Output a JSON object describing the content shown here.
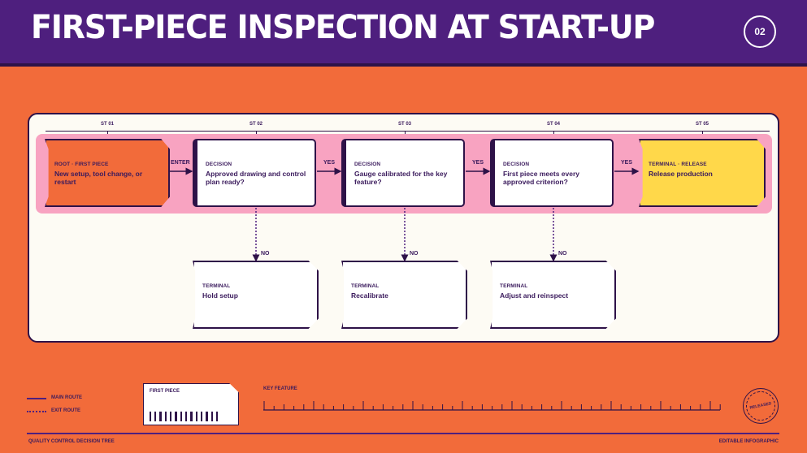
{
  "header": {
    "title": "FIRST-PIECE INSPECTION AT START-UP",
    "page_number": "02"
  },
  "stages": [
    "ST 01",
    "ST 02",
    "ST 03",
    "ST 04",
    "ST 05"
  ],
  "nodes": {
    "root": {
      "tag": "ROOT · FIRST PIECE",
      "text": "New setup, tool change, or restart"
    },
    "decision1": {
      "tag": "DECISION",
      "text": "Approved drawing and control plan ready?"
    },
    "decision2": {
      "tag": "DECISION",
      "text": "Gauge calibrated for the key feature?"
    },
    "decision3": {
      "tag": "DECISION",
      "text": "First piece meets every approved criterion?"
    },
    "release": {
      "tag": "TERMINAL · RELEASE",
      "text": "Release production"
    },
    "hold": {
      "tag": "TERMINAL",
      "text": "Hold setup"
    },
    "recal": {
      "tag": "TERMINAL",
      "text": "Recalibrate"
    },
    "adjust": {
      "tag": "TERMINAL",
      "text": "Adjust and reinspect"
    }
  },
  "edges": {
    "enter": "ENTER",
    "yes1": "YES",
    "yes2": "YES",
    "yes3": "YES",
    "no1": "NO",
    "no2": "NO",
    "no3": "NO"
  },
  "legend": {
    "main_route": "MAIN ROUTE",
    "exit_route": "EXIT ROUTE"
  },
  "ticket": {
    "label": "FIRST PIECE"
  },
  "key_feature": {
    "label": "KEY FEATURE"
  },
  "stamp": {
    "label": "RELEASED"
  },
  "footer": {
    "left": "QUALITY CONTROL DECISION TREE",
    "right": "EDITABLE INFOGRAPHIC"
  },
  "colors": {
    "header": "#4e1f7e",
    "background": "#f26b3a",
    "band": "#f8a3c1",
    "release": "#ffd84a",
    "ink": "#2e1248"
  }
}
